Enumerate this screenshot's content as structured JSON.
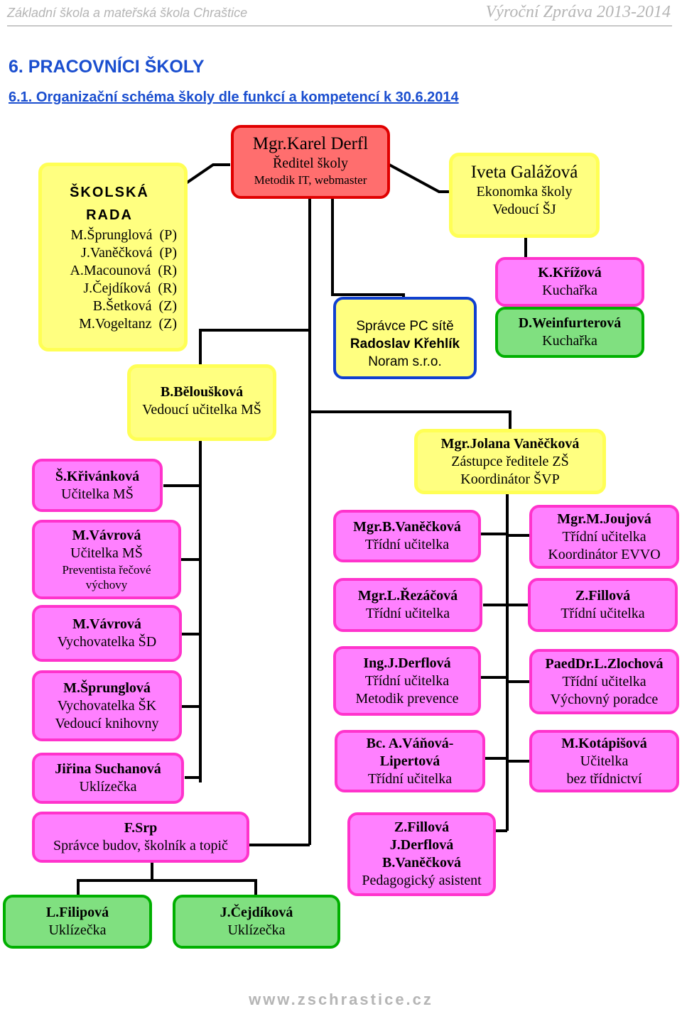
{
  "header": {
    "school": "Základní škola a mateřská škola Chraštice",
    "report": "Výroční Zpráva 2013-2014"
  },
  "heading": {
    "section": "6. PRACOVNÍCI ŠKOLY",
    "subsection": "6.1. Organizační schéma školy dle funkcí a kompetencí k 30.6.2014"
  },
  "boxes": {
    "skolska_rada": {
      "title": "ŠKOLSKÁ RADA",
      "members": [
        "M.Šprunglová  (P)",
        "J.Vaněčková  (P)",
        "A.Macounová  (R)",
        "J.Čejdíková  (R)",
        "B.Šetková  (Z)",
        "M.Vogeltanz  (Z)"
      ]
    },
    "reditel": {
      "name": "Mgr.Karel Derfl",
      "role": "Ředitel školy",
      "extra": "Metodik IT, webmaster"
    },
    "ekonomka": {
      "name": "Iveta Galážová",
      "role": "Ekonomka školy",
      "extra": "Vedoucí ŠJ"
    },
    "krizova": {
      "name": "K.Křížová",
      "role": "Kuchařka"
    },
    "weinfurterova": {
      "name": "D.Weinfurterová",
      "role": "Kuchařka"
    },
    "spravce_pc": {
      "role": "Správce PC sítě",
      "name": "Radoslav Křehlík",
      "extra": "Noram s.r.o."
    },
    "belouskova": {
      "name": "B.Běloušková",
      "role": "Vedoucí učitelka MŠ"
    },
    "zastupce": {
      "name": "Mgr.Jolana Vaněčková",
      "role": "Zástupce ředitele ZŠ",
      "extra": "Koordinátor ŠVP"
    },
    "krivankova": {
      "name": "Š.Křivánková",
      "role": "Učitelka MŠ"
    },
    "vavrova_ms": {
      "name": "M.Vávrová",
      "role": "Učitelka MŠ",
      "extra1": "Preventista řečové",
      "extra2": "výchovy"
    },
    "vavrova_sd": {
      "name": "M.Vávrová",
      "role": "Vychovatelka ŠD"
    },
    "sprunglova": {
      "name": "M.Šprunglová",
      "role": "Vychovatelka ŠK",
      "extra": "Vedoucí knihovny"
    },
    "suchanova": {
      "name": "Jiřina Suchanová",
      "role": "Uklízečka"
    },
    "vaneckova_b": {
      "name": "Mgr.B.Vaněčková",
      "role": "Třídní učitelka"
    },
    "rezacova": {
      "name": "Mgr.L.Řezáčová",
      "role": "Třídní učitelka"
    },
    "derflova": {
      "name": "Ing.J.Derflová",
      "role": "Třídní učitelka",
      "extra": "Metodik prevence"
    },
    "vanova": {
      "name1": "Bc. A.Váňová-",
      "name2": "Lipertová",
      "role": "Třídní učitelka"
    },
    "joujova": {
      "name": "Mgr.M.Joujová",
      "role": "Třídní učitelka",
      "extra": "Koordinátor EVVO"
    },
    "fillova": {
      "name": "Z.Fillová",
      "role": "Třídní učitelka"
    },
    "zlochova": {
      "name": "PaedDr.L.Zlochová",
      "role": "Třídní učitelka",
      "extra": "Výchovný poradce"
    },
    "kotapisova": {
      "name": "M.Kotápišová",
      "role": "Učitelka",
      "extra": "bez třídnictví"
    },
    "srp": {
      "name": "F.Srp",
      "role": "Správce budov, školník a topič"
    },
    "asistent": {
      "names": [
        "Z.Fillová",
        "J.Derflová",
        "B.Vaněčková"
      ],
      "role": "Pedagogický asistent"
    },
    "filipova": {
      "name": "L.Filipová",
      "role": "Uklízečka"
    },
    "cejdikova": {
      "name": "J.Čejdíková",
      "role": "Uklízečka"
    }
  },
  "footer": {
    "url": "www.zschrastice.cz"
  }
}
